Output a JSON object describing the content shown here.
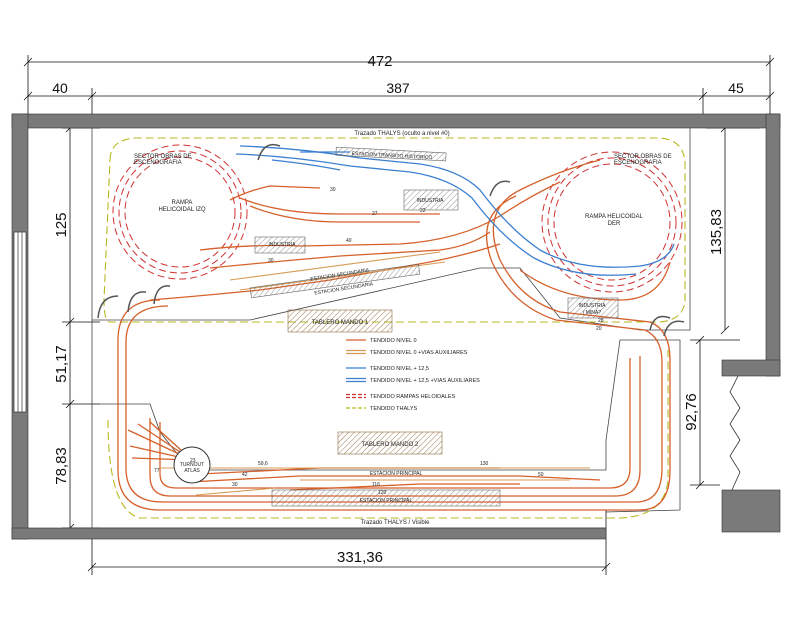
{
  "dimensions": {
    "total_width": "472",
    "left_margin": "40",
    "middle_width": "387",
    "right_margin": "45",
    "bottom_width": "331,36",
    "left_top": "125",
    "left_mid": "51,17",
    "left_bottom": "78,83",
    "right_top": "135,83",
    "right_bottom": "92,76"
  },
  "labels": {
    "trazado_hidden": "Trazado THALYS (oculto a nivel #0)",
    "trazado_visible": "Trazado THALYS / Visible",
    "sector_left": "SECTOR OBRAS DE ESCENOGRAFIA",
    "sector_right": "SECTOR OBRAS DE ESCENOGRAFIA",
    "rampa_left": "RAMPA HELICOIDAL IZQ",
    "rampa_right": "RAMPA HELICOIDAL DER",
    "estacion_historico": "ESTACION TRANSITO HISTORICO",
    "industria_top": "INDUSTRIA",
    "industria_left": "INDUSTRIA",
    "industria_mina": "INDUSTRIA / MINA?",
    "estacion_secundaria_1": "ESTACION SECUNDARIA",
    "estacion_secundaria_2": "ESTACION SECUNDARIA",
    "tablero_1": "TABLERO MANDO 1",
    "tablero_2": "TABLERO MANDO 2",
    "turntable": "TURNOUT ATLAS",
    "estacion_principal_1": "ESTACION PRINCIPAL",
    "estacion_principal_2": "ESTACION PRINCIPAL"
  },
  "track_numbers": {
    "n30": "30",
    "n27": "27",
    "n40": "40",
    "n30b": "30",
    "n22": "22",
    "n28": "28",
    "n20": "20",
    "n59": "59,6",
    "n130": "130",
    "n42": "42",
    "n50": "50",
    "n77": "77",
    "n30c": "30",
    "n116": "116",
    "n120": "120",
    "n23": "23"
  },
  "legend": [
    {
      "label": "TENDIDO NIVEL 0",
      "color": "#d6602a",
      "dashed": false,
      "double": false
    },
    {
      "label": "TENDIDO NIVEL 0 +VIAS AUXILIARES",
      "color": "#d89a55",
      "dashed": false,
      "double": true
    },
    {
      "label": "TENDIDO NIVEL + 12,5",
      "color": "#3a7fd0",
      "dashed": false,
      "double": false
    },
    {
      "label": "TENDIDO NIVEL + 12,5 +VIAS AUXILIARES",
      "color": "#3a7fd0",
      "dashed": false,
      "double": true
    },
    {
      "label": "TENDIDO RAMPAS HELOIDALES",
      "color": "#d03030",
      "dashed": true,
      "double": true
    },
    {
      "label": "TENDIDO THALYS",
      "color": "#b8b820",
      "dashed": true,
      "double": false
    }
  ],
  "colors": {
    "wall": "#7a7a7a",
    "track0": "#d6602a",
    "track0aux": "#d89a55",
    "track12": "#3a7fd0",
    "helix": "#d03030",
    "thalys": "#b8b820",
    "panel": "#c9a57a"
  }
}
